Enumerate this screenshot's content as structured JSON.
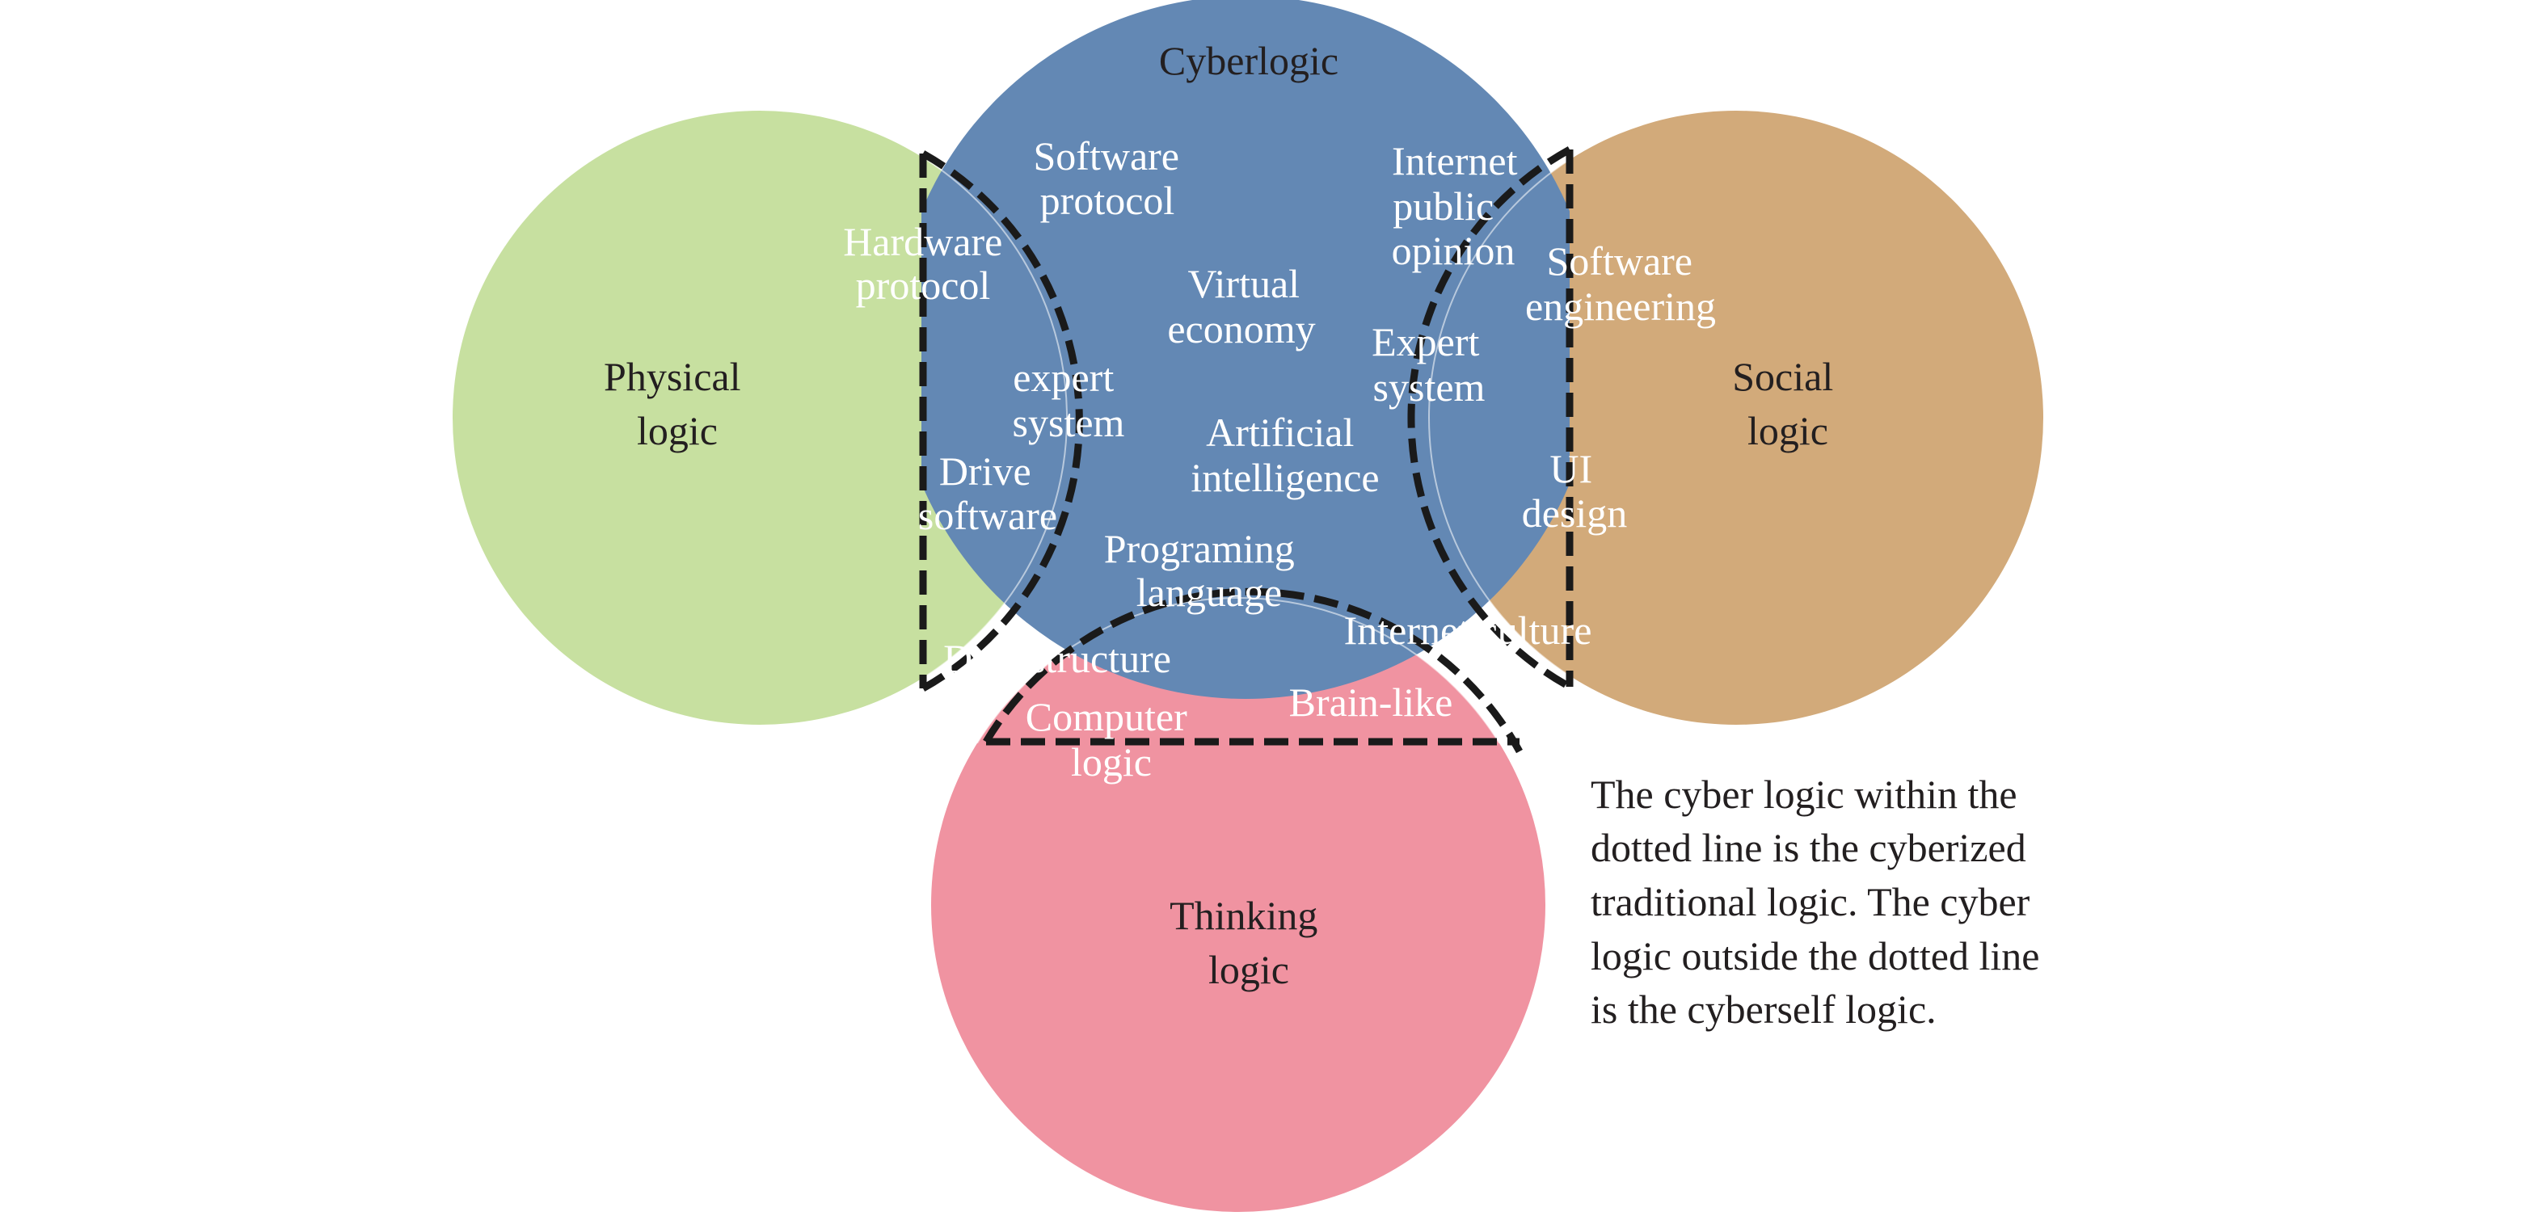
{
  "diagram": {
    "colors": {
      "cyber": "#6388b4",
      "physical": "#c7e0a0",
      "social": "#d2aa7a",
      "thinking": "#f093a1",
      "text_dark": "#231f20",
      "text_light": "#ffffff",
      "dashed_line": "#1a1a1a"
    },
    "circles": {
      "cyberlogic": {
        "label": "Cyberlogic"
      },
      "physical": {
        "label_line1": "Physical",
        "label_line2": "logic"
      },
      "social": {
        "label_line1": "Social",
        "label_line2": "logic"
      },
      "thinking": {
        "label_line1": "Thinking",
        "label_line2": "logic"
      }
    },
    "terms": {
      "software_protocol": [
        "Software",
        "protocol"
      ],
      "internet_public_opinion": [
        "Internet",
        "public",
        "opinion"
      ],
      "hardware_protocol": [
        "Hardware",
        "protocol"
      ],
      "virtual_economy": [
        "Virtual",
        "economy"
      ],
      "software_engineering": [
        "Software",
        "engineering"
      ],
      "expert_system_left": [
        "expert",
        "system"
      ],
      "expert_system_right": [
        "Expert",
        "system"
      ],
      "artificial_intelligence": [
        "Artificial",
        "intelligence"
      ],
      "drive_software": [
        "Drive",
        "software"
      ],
      "ui_design": [
        "UI",
        "design"
      ],
      "programing_language": [
        "Programing",
        "language"
      ],
      "internet_culture": "Internet culture",
      "data_structure": "Data structure",
      "brain_like": "Brain-like",
      "computer_logic": [
        "Computer",
        "logic"
      ]
    },
    "note": [
      "The cyber logic within the",
      "dotted line is the cyberized",
      "traditional  logic. The cyber",
      "logic outside the dotted line",
      "is the cyberself logic."
    ]
  }
}
